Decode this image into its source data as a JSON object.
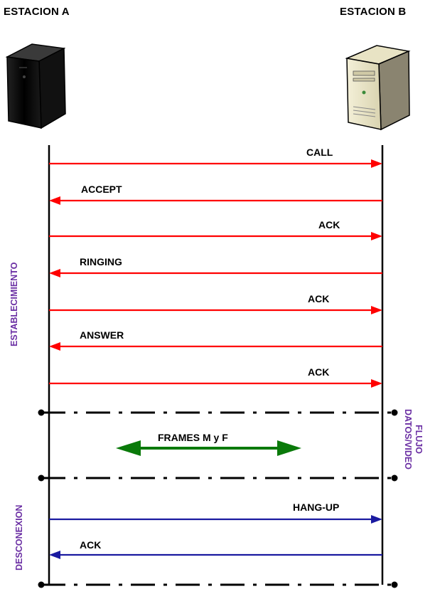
{
  "stations": {
    "a": "ESTACION A",
    "b": "ESTACION B"
  },
  "messages": [
    {
      "label": "CALL",
      "direction": "a-to-b",
      "color": "#ff0000"
    },
    {
      "label": "ACCEPT",
      "direction": "b-to-a",
      "color": "#ff0000"
    },
    {
      "label": "ACK",
      "direction": "a-to-b",
      "color": "#ff0000"
    },
    {
      "label": "RINGING",
      "direction": "b-to-a",
      "color": "#ff0000"
    },
    {
      "label": "ACK",
      "direction": "a-to-b",
      "color": "#ff0000"
    },
    {
      "label": "ANSWER",
      "direction": "b-to-a",
      "color": "#ff0000"
    },
    {
      "label": "ACK",
      "direction": "a-to-b",
      "color": "#ff0000"
    },
    {
      "label": "HANG-UP",
      "direction": "a-to-b",
      "color": "#1a1aa0"
    },
    {
      "label": "ACK",
      "direction": "b-to-a",
      "color": "#1a1aa0"
    }
  ],
  "frames": {
    "label": "FRAMES M y F",
    "color": "#0a7a0a"
  },
  "phases": {
    "establecimiento": "ESTABLECIMIENTO",
    "flujo_line1": "FLUJO",
    "flujo_line2": "DATOS/VIDEO",
    "desconexion": "DESCONEXION",
    "color": "#6a2ea3"
  },
  "icons": {
    "station_a": "server-tower-black-icon",
    "station_b": "server-tower-beige-icon"
  }
}
